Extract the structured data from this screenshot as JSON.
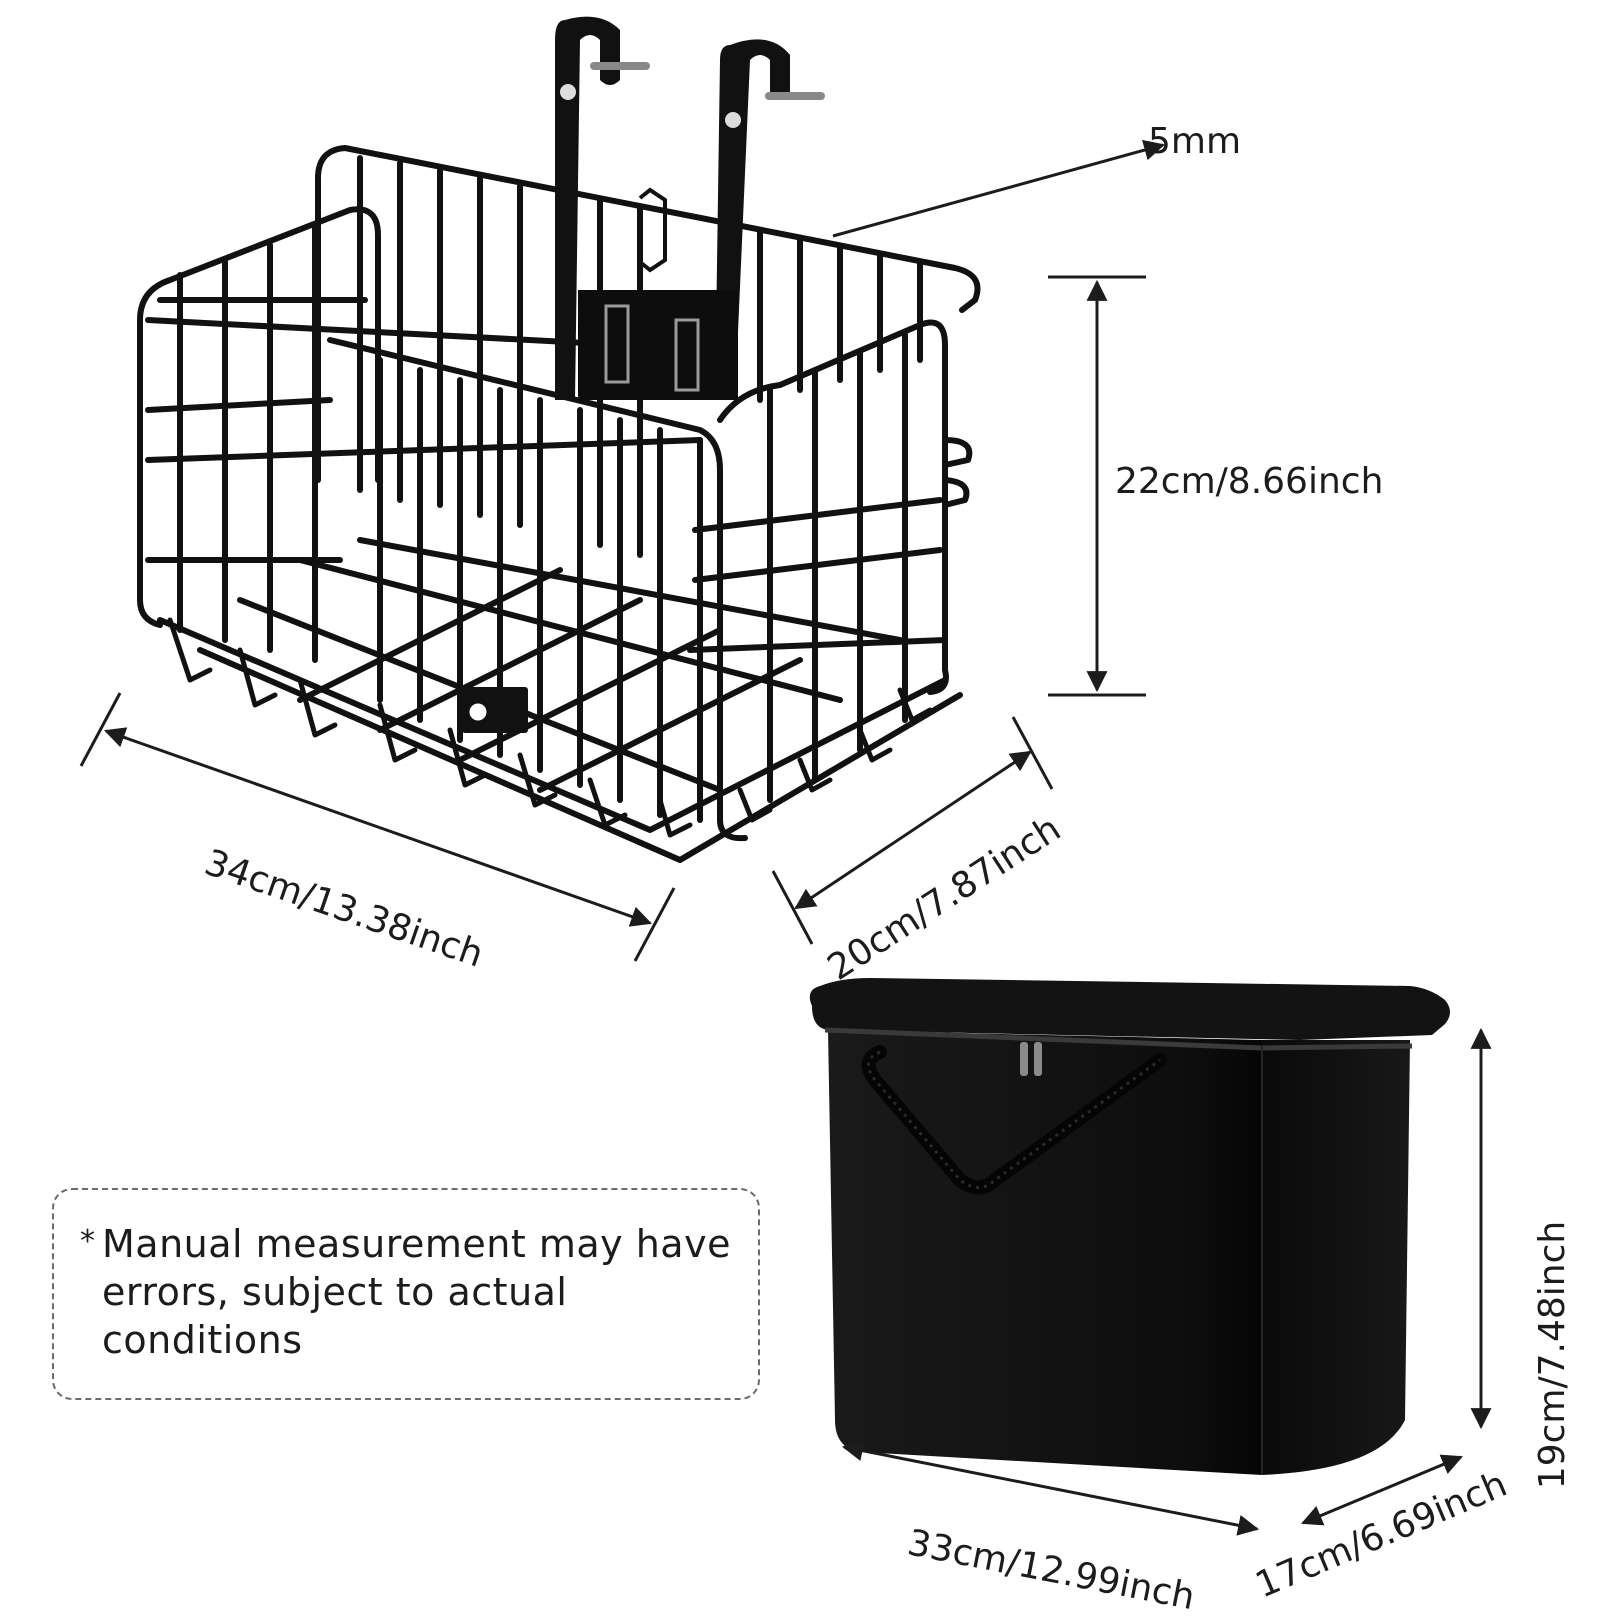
{
  "dimensions": {
    "wire_basket": {
      "wire_thickness": "5mm",
      "height": "22cm/8.66inch",
      "width": "34cm/13.38inch",
      "depth": "20cm/7.87inch"
    },
    "liner_bag": {
      "width": "33cm/12.99inch",
      "depth": "17cm/6.69inch",
      "height": "19cm/7.48inch"
    }
  },
  "note": {
    "marker": "*",
    "text": "Manual measurement may have errors, subject to actual conditions"
  },
  "colors": {
    "background": "#ffffff",
    "product": "#111111",
    "line": "#1c1c1c"
  }
}
